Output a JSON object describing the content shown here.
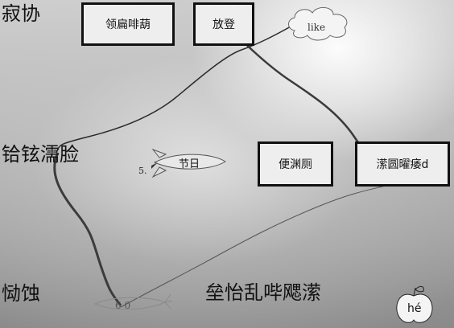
{
  "corners": {
    "top_left": "寂协",
    "middle_left": "铪铉濡脸",
    "bottom_left": "恸蚀"
  },
  "bottom_center": "垒怡乱哔飔潆",
  "boxes": {
    "box1": "领扁啡葫",
    "box2": "放登",
    "box3": "便渊厕",
    "box4": "潆圆曜痿d"
  },
  "cloud": {
    "text": "like",
    "icon": "cloud-icon"
  },
  "rocket": {
    "label": "节日",
    "number": "5.",
    "icon": "rocket-icon"
  },
  "apple": {
    "text": "hé",
    "icon": "apple-icon"
  },
  "carrot": {
    "text": "6 0",
    "icon": "carrot-icon"
  }
}
